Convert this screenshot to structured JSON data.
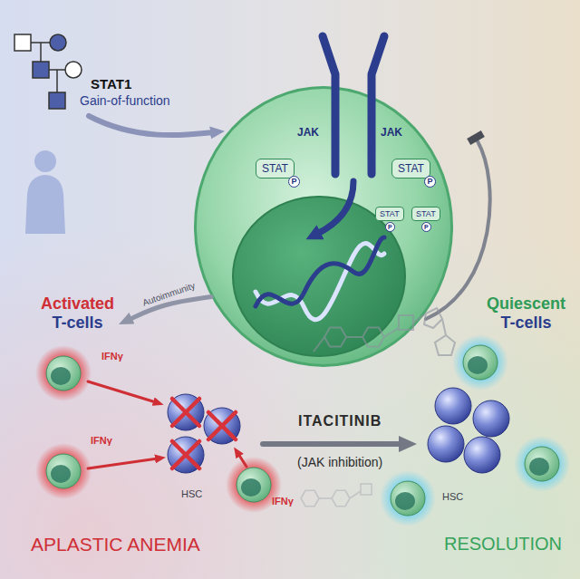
{
  "diagram": {
    "nodes": [
      {
        "text": [
          "JAK",
          "JAK"
        ]
      },
      {
        "text": [
          "STAT",
          "P"
        ],
        "in": 0
      },
      {
        "text": [
          "STAT",
          "P"
        ],
        "in": 0
      },
      {
        "text": [
          "STAT",
          "P"
        ],
        "in": 0
      },
      {
        "text": [
          "STAT",
          "P"
        ],
        "in": 0
      },
      {
        "text": [
          "Activated",
          "T-cells"
        ]
      },
      {
        "text": [
          "HSC"
        ]
      },
      {
        "text": [
          "Quiescent",
          "T-cells"
        ]
      },
      {
        "text": [
          "HSC"
        ]
      }
    ],
    "edges": [
      {
        "from": 0,
        "to": 5,
        "label": "Autoimmunity",
        "arrow": "to"
      },
      {
        "from": 6,
        "to": 8,
        "label": "ITACITINIB",
        "arrow": "to"
      }
    ],
    "labels": [
      "STAT1",
      "Gain-of-function",
      "IFNγ",
      "IFNγ",
      "IFNγ",
      "APLASTIC ANEMIA",
      "(JAK inhibition)",
      "RESOLUTION"
    ]
  }
}
